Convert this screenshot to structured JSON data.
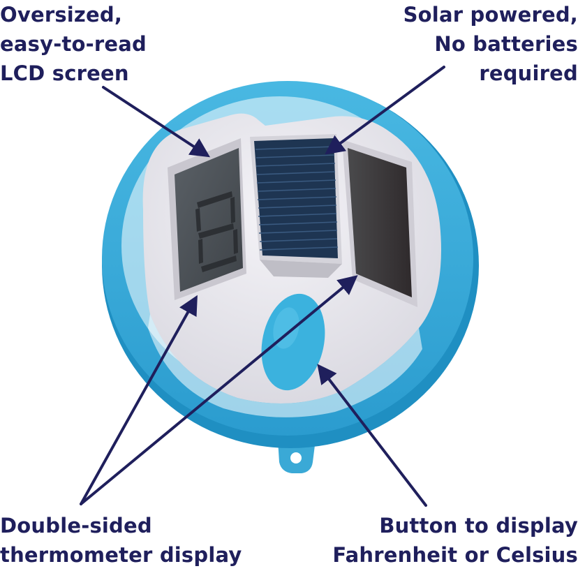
{
  "colors": {
    "label_text": "#1f1f5c",
    "arrow": "#1f1f5c",
    "shell_blue": "#35aad8",
    "shell_blue_dark": "#1f8fc2",
    "housing_white": "#e9e8ee",
    "lcd_glass": "#4a4f55",
    "solar_cell": "#1e3552",
    "button_blue": "#3bb2de"
  },
  "callouts": {
    "lcd": {
      "lines": [
        "Oversized,",
        "easy-to-read",
        "LCD screen"
      ]
    },
    "solar": {
      "lines": [
        "Solar powered,",
        "No batteries",
        "required"
      ]
    },
    "double": {
      "lines": [
        "Double-sided",
        "thermometer display"
      ]
    },
    "button": {
      "lines": [
        "Button to display",
        "Fahrenheit or Celsius"
      ]
    }
  },
  "product": {
    "icon": "floating-pool-thermometer-icon"
  }
}
